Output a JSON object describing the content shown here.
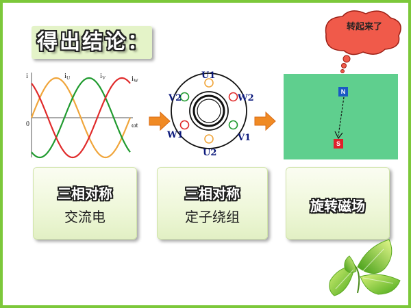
{
  "title": "得出结论：",
  "bubble_text": "转起来了",
  "waveform": {
    "y_axis_label": "i",
    "x_axis_label": "ωt",
    "origin_label": "0",
    "phase_labels": [
      "i",
      "i",
      "i"
    ],
    "phase_subscripts": [
      "U",
      "V",
      "W"
    ],
    "colors": [
      "#f0a53a",
      "#1f9a2e",
      "#e02a2a"
    ]
  },
  "stator": {
    "labels": {
      "u1": "U1",
      "u2": "U2",
      "v1": "V1",
      "v2": "V2",
      "w1": "W1",
      "w2": "W2"
    }
  },
  "rotating_field": {
    "north": "N",
    "south": "S",
    "panel_color": "#5fcf8e"
  },
  "cards": [
    {
      "line1": "三相对称",
      "line2": "交流电"
    },
    {
      "line1": "三相对称",
      "line2": "定子绕组"
    },
    {
      "line1": "旋转磁场",
      "line2": ""
    }
  ],
  "accent_color": "#7cc83a",
  "arrow_color": "#f08a24"
}
